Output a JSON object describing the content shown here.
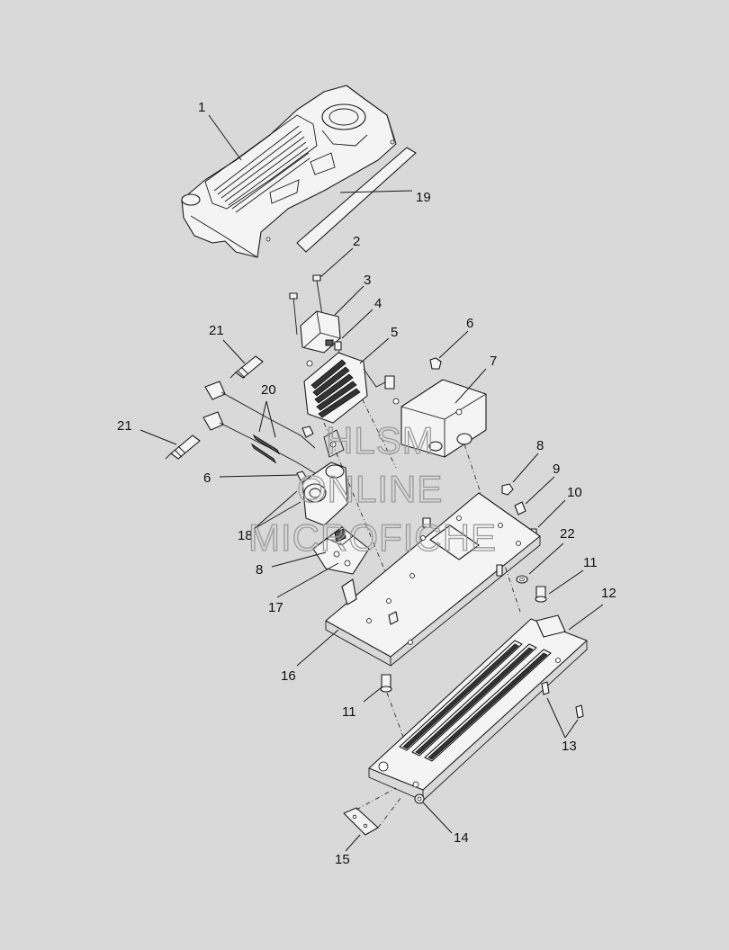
{
  "diagram": {
    "callouts": [
      {
        "id": "c1",
        "label": "1"
      },
      {
        "id": "c2",
        "label": "2"
      },
      {
        "id": "c3",
        "label": "3"
      },
      {
        "id": "c4",
        "label": "4"
      },
      {
        "id": "c5",
        "label": "5"
      },
      {
        "id": "c6a",
        "label": "6"
      },
      {
        "id": "c6b",
        "label": "6"
      },
      {
        "id": "c7",
        "label": "7"
      },
      {
        "id": "c8a",
        "label": "8"
      },
      {
        "id": "c8b",
        "label": "8"
      },
      {
        "id": "c9",
        "label": "9"
      },
      {
        "id": "c10",
        "label": "10"
      },
      {
        "id": "c11a",
        "label": "11"
      },
      {
        "id": "c11b",
        "label": "11"
      },
      {
        "id": "c12",
        "label": "12"
      },
      {
        "id": "c13",
        "label": "13"
      },
      {
        "id": "c14",
        "label": "14"
      },
      {
        "id": "c15",
        "label": "15"
      },
      {
        "id": "c16",
        "label": "16"
      },
      {
        "id": "c17",
        "label": "17"
      },
      {
        "id": "c18",
        "label": "18"
      },
      {
        "id": "c19",
        "label": "19"
      },
      {
        "id": "c20",
        "label": "20"
      },
      {
        "id": "c21a",
        "label": "21"
      },
      {
        "id": "c21b",
        "label": "21"
      },
      {
        "id": "c22",
        "label": "22"
      }
    ]
  },
  "watermark": {
    "line1": "HLSM",
    "line2": "ONLINE",
    "line3": "MICROFICHE"
  }
}
